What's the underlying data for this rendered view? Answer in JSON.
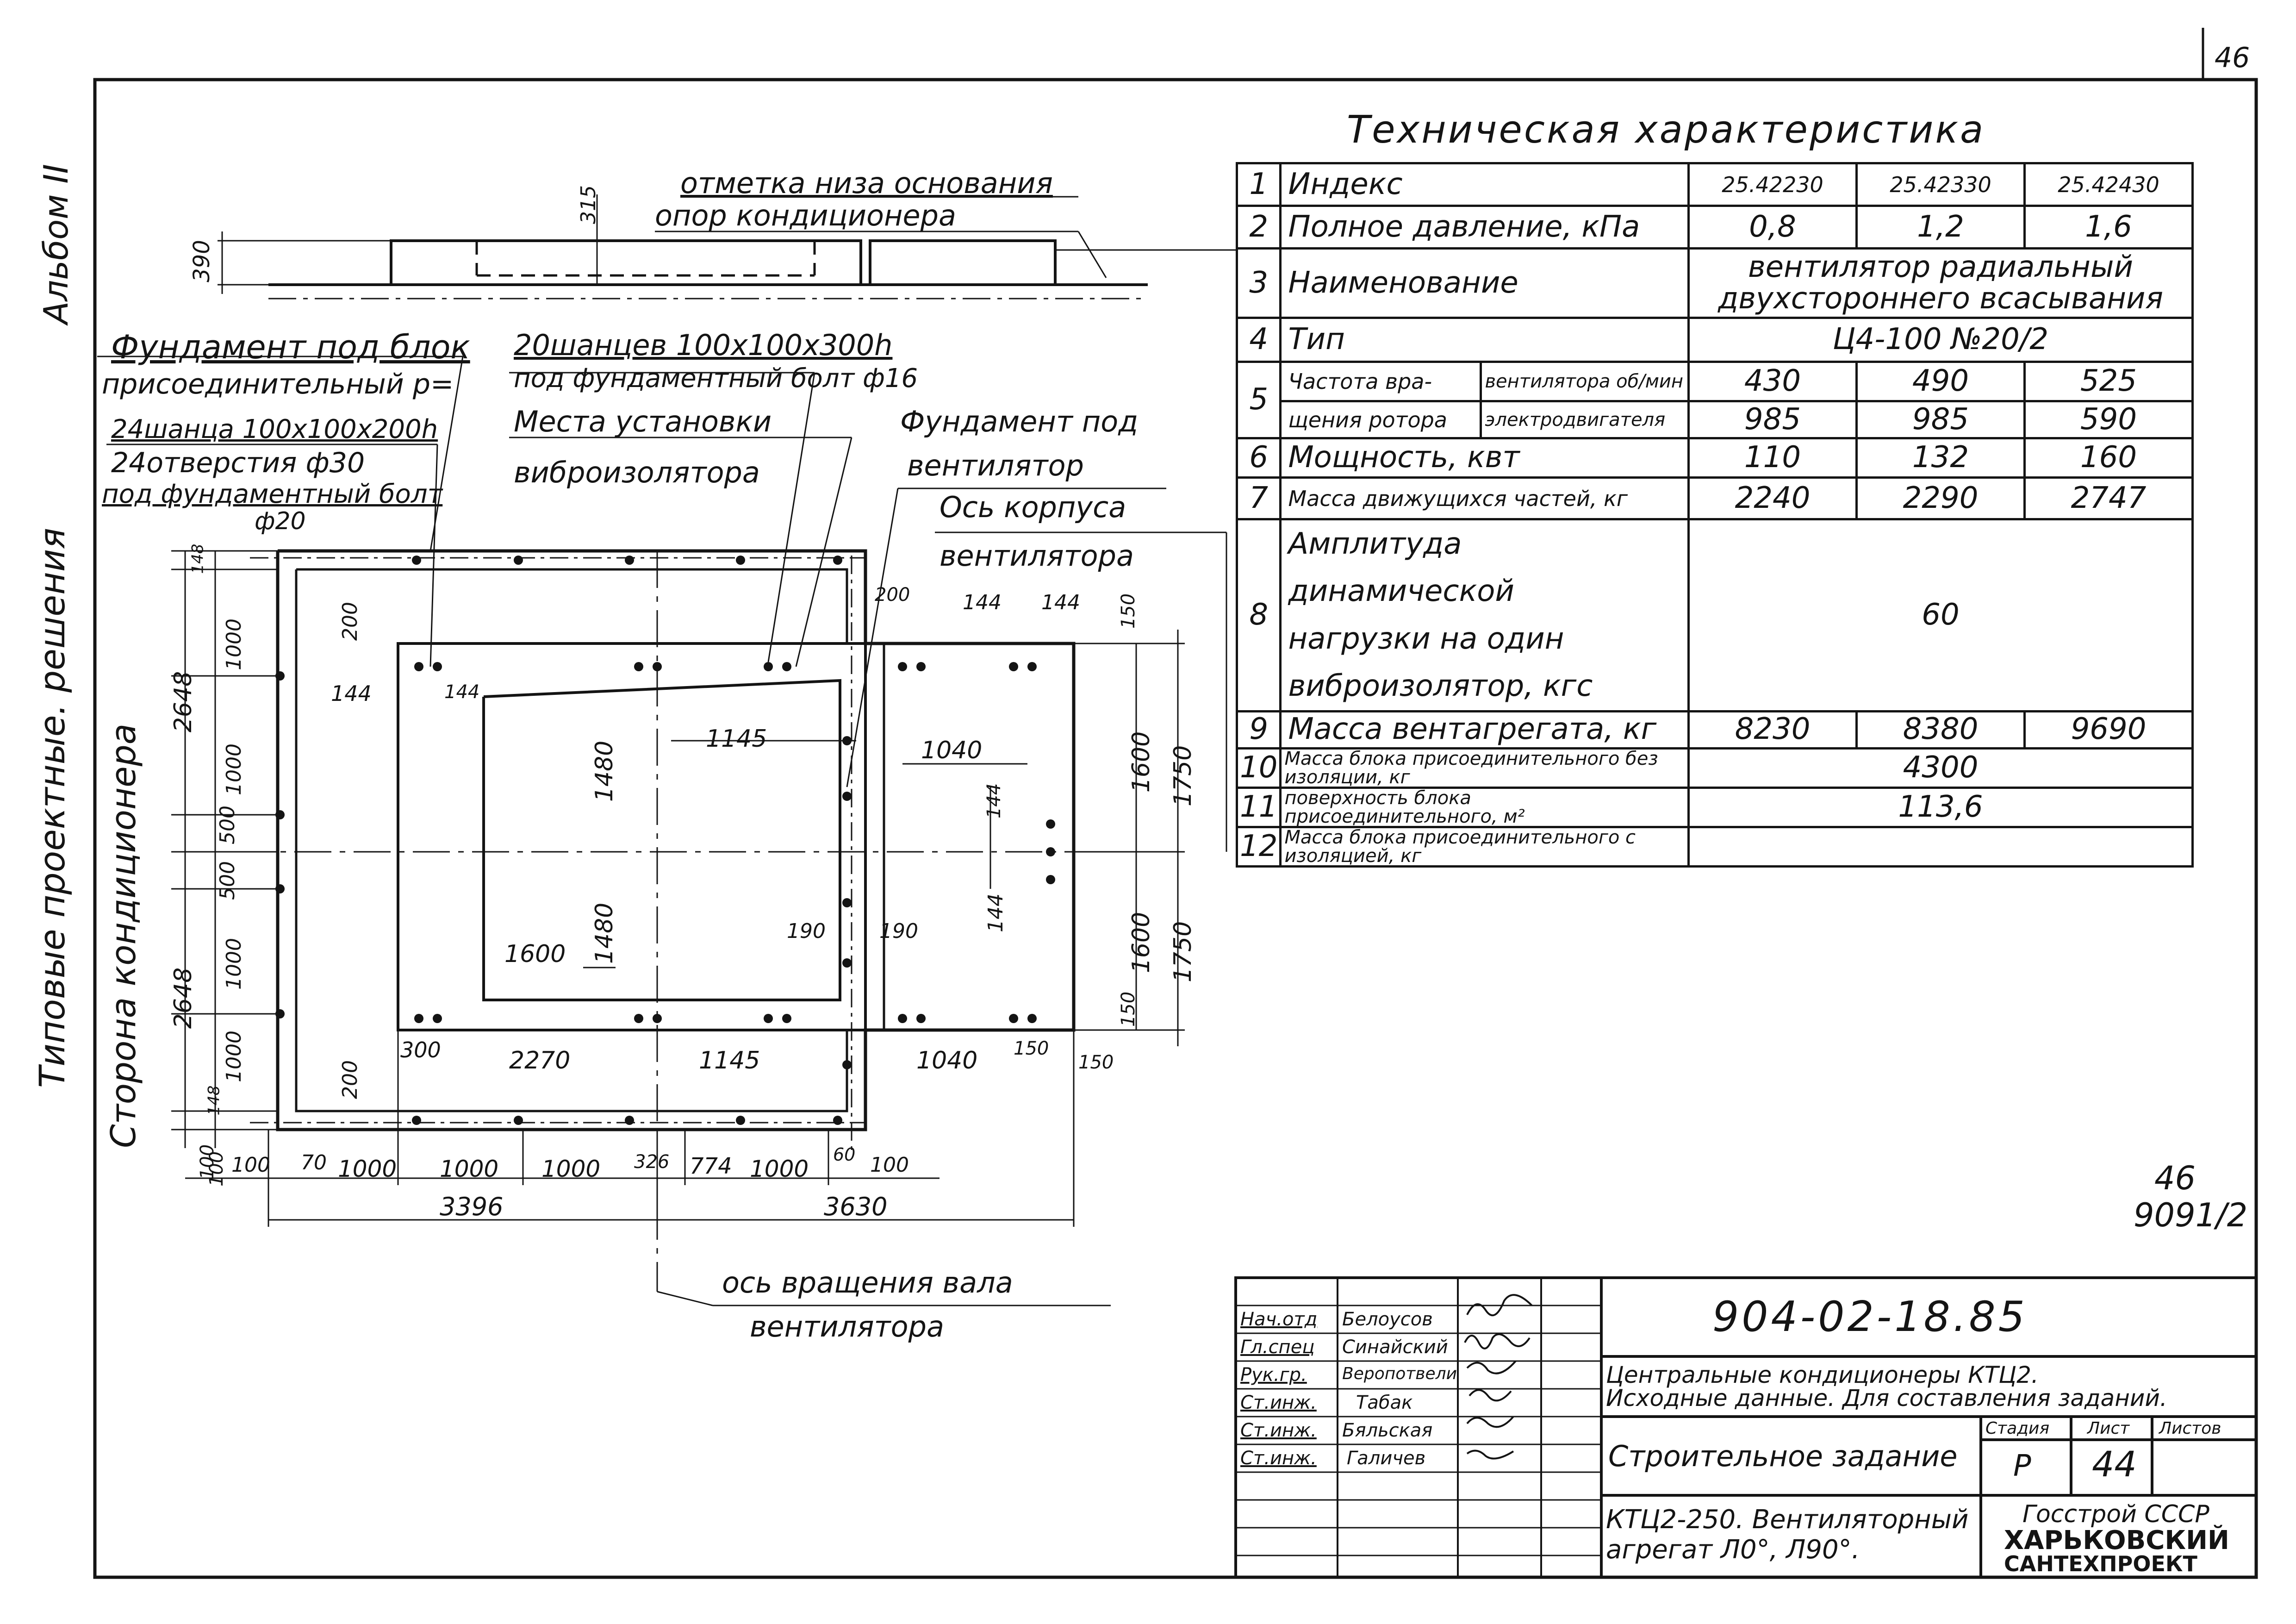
{
  "sheet": {
    "page_marker": "46",
    "side_album": "Альбом II",
    "side_series": "Типовые проектные. решения",
    "corner_note_top": "46",
    "corner_note_bottom": "9091/2"
  },
  "title": "Техническая характеристика",
  "spec_table": {
    "row1": {
      "n": "1",
      "name": "Индекс",
      "v1": "25.42230",
      "v2": "25.42330",
      "v3": "25.42430"
    },
    "row2": {
      "n": "2",
      "name": "Полное давление, кПа",
      "v1": "0,8",
      "v2": "1,2",
      "v3": "1,6"
    },
    "row3": {
      "n": "3",
      "name": "Наименование",
      "value_line1": "вентилятор радиальный",
      "value_line2": "двухстороннего всасывания"
    },
    "row4": {
      "n": "4",
      "name": "Тип",
      "value": "Ц4-100 №20/2"
    },
    "row5": {
      "n": "5",
      "name_line1": "Частота вра-",
      "name_line2": "щения ротора",
      "sub1": "вентилятора об/мин",
      "sub2": "электродвигателя",
      "a1": "430",
      "a2": "490",
      "a3": "525",
      "b1": "985",
      "b2": "985",
      "b3": "590"
    },
    "row6": {
      "n": "6",
      "name": "Мощность, квт",
      "v1": "110",
      "v2": "132",
      "v3": "160"
    },
    "row7": {
      "n": "7",
      "name": "Масса движущихся частей, кг",
      "v1": "2240",
      "v2": "2290",
      "v3": "2747"
    },
    "row8": {
      "n": "8",
      "name_line1": "Амплитуда динамической",
      "name_line2": "нагрузки на один",
      "name_line3": "виброизолятор, кгс",
      "value": "60"
    },
    "row9": {
      "n": "9",
      "name": "Масса вентагрегата, кг",
      "v1": "8230",
      "v2": "8380",
      "v3": "9690"
    },
    "row10": {
      "n": "10",
      "name": "Масса блока присоединительного без изоляции, кг",
      "value": "4300"
    },
    "row11": {
      "n": "11",
      "name": "поверхность блока присоединительного, м²",
      "value": "113,6"
    },
    "row12": {
      "n": "12",
      "name": "Масса блока присоединительного с изоляцией, кг",
      "value": ""
    }
  },
  "drawing": {
    "label_base_mark_1": "отметка низа основания",
    "label_base_mark_2": "опор кондиционера",
    "dim_390": "390",
    "dim_315": "315",
    "label_fund_block_1": "Фундамент под блок",
    "label_fund_block_2": "присоединительный р=",
    "label_fund_block_3": "24шанца 100х100х200h",
    "label_fund_block_4": "24отверстия ф30",
    "label_fund_block_5": "под фундаментный болт",
    "label_fund_block_6": "ф20",
    "label_20_shancev_1": "20шанцев 100х100х300h",
    "label_20_shancev_2": "под фундаментный болт ф16",
    "label_places_1": "Места установки",
    "label_places_2": "виброизолятора",
    "label_fund_fan_1": "Фундамент под",
    "label_fund_fan_2": "вентилятор",
    "label_axis_body_1": "Ось корпуса",
    "label_axis_body_2": "вентилятора",
    "label_side_cond": "Сторона кондиционера",
    "label_axis_shaft_1": "ось вращения вала",
    "label_axis_shaft_2": "вентилятора",
    "dims": {
      "d148a": "148",
      "d1000a": "1000",
      "d2648a": "2648",
      "d1000b": "1000",
      "d500a": "500",
      "d500b": "500",
      "d1000c": "1000",
      "d2648b": "2648",
      "d1000d": "1000",
      "d148b": "148",
      "d100": "100",
      "d200a": "200",
      "d200b": "200",
      "d144a": "144",
      "d144b": "144",
      "d1480a": "1480",
      "d1480b": "1480",
      "d1145a": "1145",
      "d1600": "1600",
      "d300": "300",
      "d2270": "2270",
      "d1145b": "1145",
      "d200c": "200",
      "d144c": "144",
      "d144d": "144",
      "d150a": "150",
      "d1600a": "1600",
      "d1750a": "1750",
      "d1040a": "1040",
      "d144e": "144",
      "d144f": "144",
      "d1600b": "1600",
      "d1750b": "1750",
      "d150b": "150",
      "d190a": "190",
      "d190b": "190",
      "d1040b": "1040",
      "d150c": "150",
      "d150d": "150",
      "b100a": "100",
      "b100b": "100",
      "b70": "70",
      "b1000a": "1000",
      "b1000b": "1000",
      "b1000c": "1000",
      "b326": "326",
      "b774": "774",
      "b1000d": "1000",
      "b60": "60",
      "b100c": "100",
      "b3396": "3396",
      "b3630": "3630"
    }
  },
  "stamp": {
    "doc_code": "904-02-18.85",
    "desc_line1": "Центральные кондиционеры КТЦ2.",
    "desc_line2": "Исходные данные. Для составления заданий.",
    "stage_hdr": "Стадия",
    "sheet_hdr": "Лист",
    "sheets_hdr": "Листов",
    "stage": "Р",
    "sheet": "44",
    "task": "Строительное задание",
    "subject_line1": "КТЦ2-250. Вентиляторный",
    "subject_line2": "агрегат Л0°, Л90°.",
    "org1": "Госстрой СССР",
    "org2": "ХАРЬКОВСКИЙ",
    "org3": "САНТЕХПРОЕКТ",
    "people": [
      {
        "role": "Нач.отд",
        "name": "Белоусов"
      },
      {
        "role": "Гл.спец",
        "name": "Синайский"
      },
      {
        "role": "Рук.гр.",
        "name": "Веропотвели"
      },
      {
        "role": "Ст.инж.",
        "name": "Табак"
      },
      {
        "role": "Ст.инж.",
        "name": "Бяльская"
      },
      {
        "role": "Ст.инж.",
        "name": "Галичев"
      }
    ]
  }
}
